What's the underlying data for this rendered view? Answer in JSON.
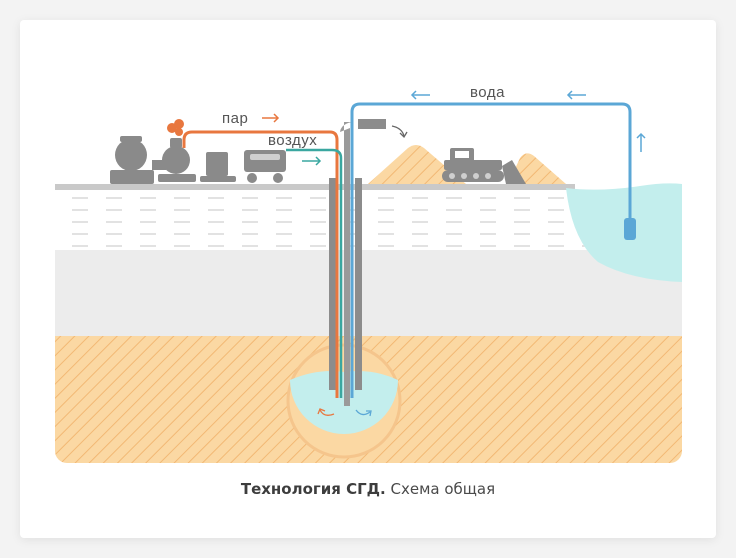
{
  "labels": {
    "steam": "пар",
    "air": "воздух",
    "water": "вода"
  },
  "caption": {
    "bold": "Технология СГД.",
    "normal": "Схема общая"
  },
  "colors": {
    "steam": "#e8773f",
    "air": "#3aa7a0",
    "water": "#5ba7d6",
    "sand": "#fbd8a3",
    "sand_hatch": "#f2b874",
    "pond": "#c3eeed",
    "equipment": "#8a8a8a",
    "casing": "#8c8c8c"
  }
}
